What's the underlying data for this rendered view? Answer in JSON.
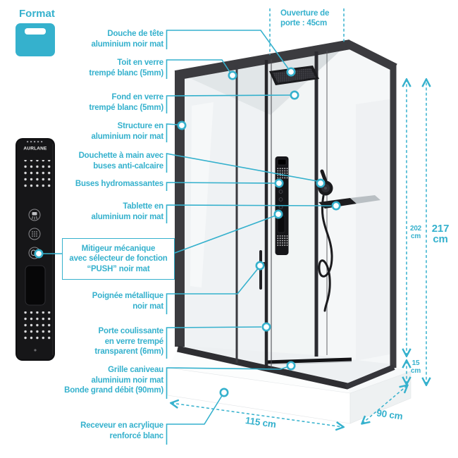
{
  "format": {
    "label": "Format"
  },
  "brand": "AURLANE",
  "colors": {
    "accent": "#35b1cd",
    "frame": "#3b3b3f",
    "fixture_black": "#18181b",
    "tray_white": "#ffffff"
  },
  "labels": [
    {
      "id": "douche-de-tete",
      "lines": [
        "Douche de tête",
        "aluminium noir mat"
      ]
    },
    {
      "id": "toit",
      "lines": [
        "Toit en verre",
        "trempé blanc (5mm)"
      ]
    },
    {
      "id": "fond",
      "lines": [
        "Fond en verre",
        "trempé blanc (5mm)"
      ]
    },
    {
      "id": "structure",
      "lines": [
        "Structure en",
        "aluminium noir mat"
      ]
    },
    {
      "id": "douchette",
      "lines": [
        "Douchette à main avec",
        "buses anti-calcaire"
      ]
    },
    {
      "id": "buses",
      "lines": [
        "Buses hydromassantes"
      ]
    },
    {
      "id": "tablette",
      "lines": [
        "Tablette en",
        "aluminium noir mat"
      ]
    },
    {
      "id": "mitigeur",
      "lines": [
        "Mitigeur mécanique",
        "avec sélecteur de fonction",
        "“PUSH” noir mat"
      ],
      "boxed": true
    },
    {
      "id": "poignee",
      "lines": [
        "Poignée métallique",
        "noir mat"
      ]
    },
    {
      "id": "porte",
      "lines": [
        "Porte coulissante",
        "en verre trempé",
        "transparent (6mm)"
      ]
    },
    {
      "id": "grille",
      "lines": [
        "Grille caniveau",
        "aluminium noir mat",
        "Bonde grand débit (90mm)"
      ]
    },
    {
      "id": "receveur",
      "lines": [
        "Receveur en acrylique",
        "renforcé blanc"
      ]
    }
  ],
  "door_opening": {
    "lines": [
      "Ouverture de",
      "porte : 45cm"
    ]
  },
  "dimensions": {
    "inner_height": {
      "value": "202",
      "unit": "cm"
    },
    "outer_height": {
      "value": "217",
      "unit": "cm"
    },
    "tray_height": {
      "value": "15",
      "unit": "cm"
    },
    "width": "115 cm",
    "depth": "90 cm"
  }
}
